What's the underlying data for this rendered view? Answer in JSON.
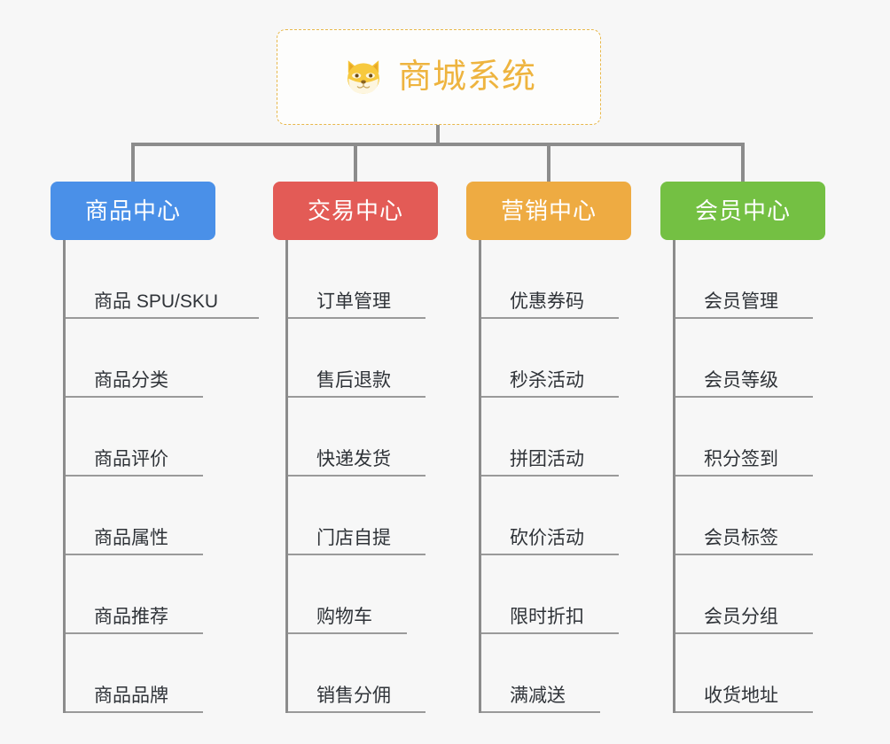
{
  "diagram": {
    "type": "org-chart",
    "background_color": "#f7f7f7",
    "root": {
      "title": "商城系统",
      "icon": "shiba-dog-icon",
      "text_color": "#eeb43f",
      "border_color": "#e8b84b",
      "border_style": "dashed"
    },
    "connector_color": "#8c8c8c",
    "categories": [
      {
        "label": "商品中心",
        "color": "#4a90e8",
        "color_name": "blue",
        "items": [
          "商品 SPU/SKU",
          "商品分类",
          "商品评价",
          "商品属性",
          "商品推荐",
          "商品品牌"
        ]
      },
      {
        "label": "交易中心",
        "color": "#e35b56",
        "color_name": "red",
        "items": [
          "订单管理",
          "售后退款",
          "快递发货",
          "门店自提",
          "购物车",
          "销售分佣"
        ]
      },
      {
        "label": "营销中心",
        "color": "#eeab42",
        "color_name": "orange",
        "items": [
          "优惠券码",
          "秒杀活动",
          "拼团活动",
          "砍价活动",
          "限时折扣",
          "满减送"
        ]
      },
      {
        "label": "会员中心",
        "color": "#74c043",
        "color_name": "green",
        "items": [
          "会员管理",
          "会员等级",
          "积分签到",
          "会员标签",
          "会员分组",
          "收货地址"
        ]
      }
    ]
  }
}
